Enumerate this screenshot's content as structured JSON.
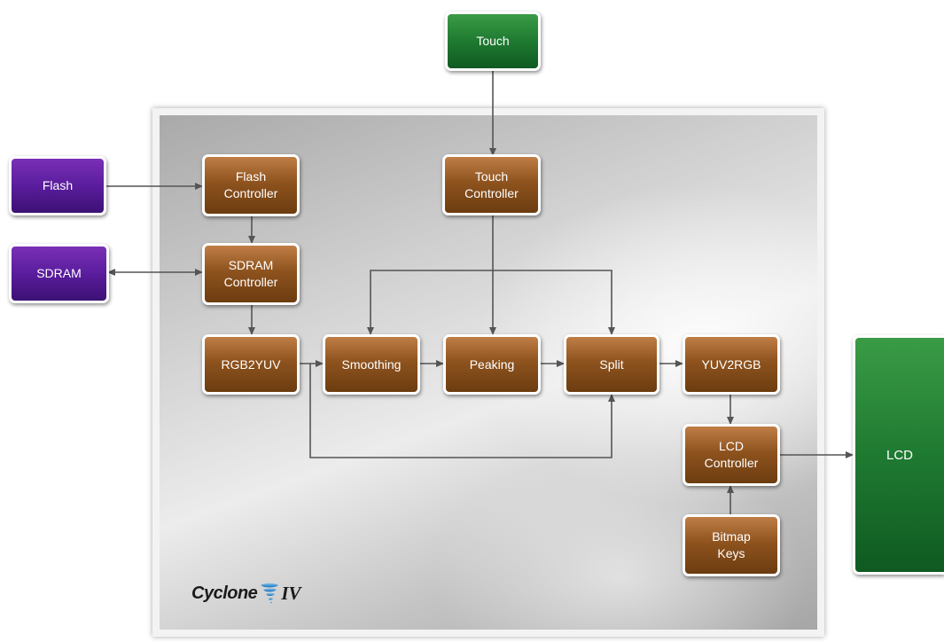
{
  "blocks": {
    "touch": "Touch",
    "flash": "Flash",
    "sdram": "SDRAM",
    "flash_controller": "Flash\nController",
    "touch_controller": "Touch\nController",
    "sdram_controller": "SDRAM\nController",
    "rgb2yuv": "RGB2YUV",
    "smoothing": "Smoothing",
    "peaking": "Peaking",
    "split": "Split",
    "yuv2rgb": "YUV2RGB",
    "lcd_controller": "LCD\nController",
    "bitmap_keys": "Bitmap\nKeys",
    "lcd": "LCD"
  },
  "logo": {
    "brand": "Cyclone",
    "generation": "IV"
  },
  "colors": {
    "processing_block": "#8e531e",
    "memory_block": "#5a1d9d",
    "peripheral_block": "#1f7a31",
    "wire": "#555555",
    "fpga_background": "#cfcfcf"
  }
}
